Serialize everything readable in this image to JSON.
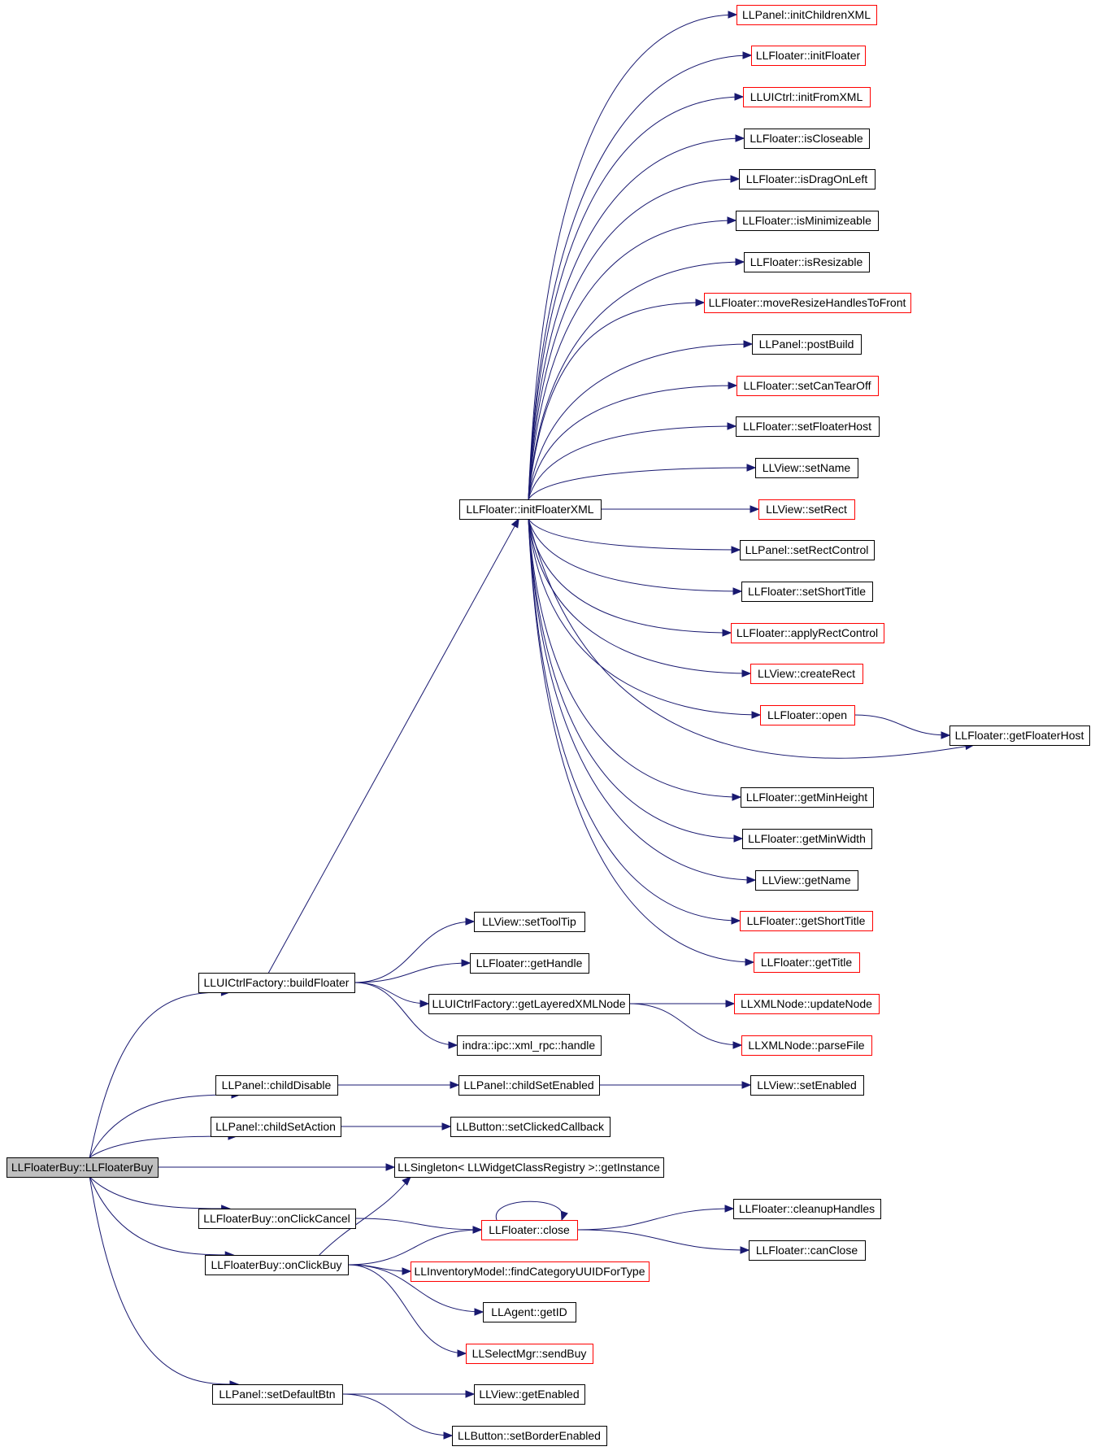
{
  "colors": {
    "edge": "#191970",
    "border_normal": "#000000",
    "border_truncated": "#ff0000",
    "root_fill": "#bfbfbf",
    "node_fill": "#ffffff"
  },
  "nodes": [
    {
      "id": "root",
      "label": "LLFloaterBuy::LLFloaterBuy",
      "kind": "root"
    },
    {
      "id": "buildFloater",
      "label": "LLUICtrlFactory::buildFloater",
      "kind": "normal"
    },
    {
      "id": "childDisable",
      "label": "LLPanel::childDisable",
      "kind": "normal"
    },
    {
      "id": "childSetAction",
      "label": "LLPanel::childSetAction",
      "kind": "normal"
    },
    {
      "id": "getInstance",
      "label": "LLSingleton< LLWidgetClassRegistry >::getInstance",
      "kind": "normal"
    },
    {
      "id": "onClickCancel",
      "label": "LLFloaterBuy::onClickCancel",
      "kind": "normal"
    },
    {
      "id": "onClickBuy",
      "label": "LLFloaterBuy::onClickBuy",
      "kind": "normal"
    },
    {
      "id": "setDefaultBtn",
      "label": "LLPanel::setDefaultBtn",
      "kind": "normal"
    },
    {
      "id": "initFloaterXML",
      "label": "LLFloater::initFloaterXML",
      "kind": "normal"
    },
    {
      "id": "setToolTip",
      "label": "LLView::setToolTip",
      "kind": "normal"
    },
    {
      "id": "getHandle",
      "label": "LLFloater::getHandle",
      "kind": "normal"
    },
    {
      "id": "getLayeredXMLNode",
      "label": "LLUICtrlFactory::getLayeredXMLNode",
      "kind": "normal"
    },
    {
      "id": "xmlRpcHandle",
      "label": "indra::ipc::xml_rpc::handle",
      "kind": "normal"
    },
    {
      "id": "childSetEnabled",
      "label": "LLPanel::childSetEnabled",
      "kind": "normal"
    },
    {
      "id": "setClickedCallback",
      "label": "LLButton::setClickedCallback",
      "kind": "normal"
    },
    {
      "id": "close",
      "label": "LLFloater::close",
      "kind": "truncated"
    },
    {
      "id": "findCategory",
      "label": "LLInventoryModel::findCategoryUUIDForType",
      "kind": "truncated"
    },
    {
      "id": "getID",
      "label": "LLAgent::getID",
      "kind": "normal"
    },
    {
      "id": "sendBuy",
      "label": "LLSelectMgr::sendBuy",
      "kind": "truncated"
    },
    {
      "id": "getEnabled",
      "label": "LLView::getEnabled",
      "kind": "normal"
    },
    {
      "id": "setBorderEnabled",
      "label": "LLButton::setBorderEnabled",
      "kind": "normal"
    },
    {
      "id": "initChildrenXML",
      "label": "LLPanel::initChildrenXML",
      "kind": "truncated"
    },
    {
      "id": "initFloater",
      "label": "LLFloater::initFloater",
      "kind": "truncated"
    },
    {
      "id": "initFromXML",
      "label": "LLUICtrl::initFromXML",
      "kind": "truncated"
    },
    {
      "id": "isCloseable",
      "label": "LLFloater::isCloseable",
      "kind": "normal"
    },
    {
      "id": "isDragOnLeft",
      "label": "LLFloater::isDragOnLeft",
      "kind": "normal"
    },
    {
      "id": "isMinimizeable",
      "label": "LLFloater::isMinimizeable",
      "kind": "normal"
    },
    {
      "id": "isResizable",
      "label": "LLFloater::isResizable",
      "kind": "normal"
    },
    {
      "id": "moveResize",
      "label": "LLFloater::moveResizeHandlesToFront",
      "kind": "truncated"
    },
    {
      "id": "postBuild",
      "label": "LLPanel::postBuild",
      "kind": "normal"
    },
    {
      "id": "setCanTearOff",
      "label": "LLFloater::setCanTearOff",
      "kind": "truncated"
    },
    {
      "id": "setFloaterHost",
      "label": "LLFloater::setFloaterHost",
      "kind": "normal"
    },
    {
      "id": "setName",
      "label": "LLView::setName",
      "kind": "normal"
    },
    {
      "id": "setRect",
      "label": "LLView::setRect",
      "kind": "truncated"
    },
    {
      "id": "setRectControl",
      "label": "LLPanel::setRectControl",
      "kind": "normal"
    },
    {
      "id": "setShortTitle",
      "label": "LLFloater::setShortTitle",
      "kind": "normal"
    },
    {
      "id": "applyRectControl",
      "label": "LLFloater::applyRectControl",
      "kind": "truncated"
    },
    {
      "id": "createRect",
      "label": "LLView::createRect",
      "kind": "truncated"
    },
    {
      "id": "open",
      "label": "LLFloater::open",
      "kind": "truncated"
    },
    {
      "id": "getFloaterHost",
      "label": "LLFloater::getFloaterHost",
      "kind": "normal"
    },
    {
      "id": "getMinHeight",
      "label": "LLFloater::getMinHeight",
      "kind": "normal"
    },
    {
      "id": "getMinWidth",
      "label": "LLFloater::getMinWidth",
      "kind": "normal"
    },
    {
      "id": "getName",
      "label": "LLView::getName",
      "kind": "normal"
    },
    {
      "id": "getShortTitle",
      "label": "LLFloater::getShortTitle",
      "kind": "truncated"
    },
    {
      "id": "getTitle",
      "label": "LLFloater::getTitle",
      "kind": "truncated"
    },
    {
      "id": "updateNode",
      "label": "LLXMLNode::updateNode",
      "kind": "truncated"
    },
    {
      "id": "parseFile",
      "label": "LLXMLNode::parseFile",
      "kind": "truncated"
    },
    {
      "id": "setEnabled",
      "label": "LLView::setEnabled",
      "kind": "normal"
    },
    {
      "id": "cleanupHandles",
      "label": "LLFloater::cleanupHandles",
      "kind": "normal"
    },
    {
      "id": "canClose",
      "label": "LLFloater::canClose",
      "kind": "normal"
    }
  ],
  "edges": [
    [
      "root",
      "buildFloater"
    ],
    [
      "root",
      "childDisable"
    ],
    [
      "root",
      "childSetAction"
    ],
    [
      "root",
      "getInstance"
    ],
    [
      "root",
      "onClickCancel"
    ],
    [
      "root",
      "onClickBuy"
    ],
    [
      "root",
      "setDefaultBtn"
    ],
    [
      "buildFloater",
      "initFloaterXML"
    ],
    [
      "buildFloater",
      "setToolTip"
    ],
    [
      "buildFloater",
      "getHandle"
    ],
    [
      "buildFloater",
      "getLayeredXMLNode"
    ],
    [
      "buildFloater",
      "xmlRpcHandle"
    ],
    [
      "initFloaterXML",
      "initChildrenXML"
    ],
    [
      "initFloaterXML",
      "initFloater"
    ],
    [
      "initFloaterXML",
      "initFromXML"
    ],
    [
      "initFloaterXML",
      "isCloseable"
    ],
    [
      "initFloaterXML",
      "isDragOnLeft"
    ],
    [
      "initFloaterXML",
      "isMinimizeable"
    ],
    [
      "initFloaterXML",
      "isResizable"
    ],
    [
      "initFloaterXML",
      "moveResize"
    ],
    [
      "initFloaterXML",
      "postBuild"
    ],
    [
      "initFloaterXML",
      "setCanTearOff"
    ],
    [
      "initFloaterXML",
      "setFloaterHost"
    ],
    [
      "initFloaterXML",
      "setName"
    ],
    [
      "initFloaterXML",
      "setRect"
    ],
    [
      "initFloaterXML",
      "setRectControl"
    ],
    [
      "initFloaterXML",
      "setShortTitle"
    ],
    [
      "initFloaterXML",
      "applyRectControl"
    ],
    [
      "initFloaterXML",
      "createRect"
    ],
    [
      "initFloaterXML",
      "open"
    ],
    [
      "initFloaterXML",
      "getFloaterHost"
    ],
    [
      "initFloaterXML",
      "getMinHeight"
    ],
    [
      "initFloaterXML",
      "getMinWidth"
    ],
    [
      "initFloaterXML",
      "getName"
    ],
    [
      "initFloaterXML",
      "getShortTitle"
    ],
    [
      "initFloaterXML",
      "getTitle"
    ],
    [
      "open",
      "getFloaterHost"
    ],
    [
      "getLayeredXMLNode",
      "updateNode"
    ],
    [
      "getLayeredXMLNode",
      "parseFile"
    ],
    [
      "childDisable",
      "childSetEnabled"
    ],
    [
      "childSetEnabled",
      "setEnabled"
    ],
    [
      "childSetAction",
      "setClickedCallback"
    ],
    [
      "onClickCancel",
      "close"
    ],
    [
      "onClickBuy",
      "getInstance"
    ],
    [
      "onClickBuy",
      "close"
    ],
    [
      "onClickBuy",
      "findCategory"
    ],
    [
      "onClickBuy",
      "getID"
    ],
    [
      "onClickBuy",
      "sendBuy"
    ],
    [
      "close",
      "close"
    ],
    [
      "close",
      "cleanupHandles"
    ],
    [
      "close",
      "canClose"
    ],
    [
      "setDefaultBtn",
      "getEnabled"
    ],
    [
      "setDefaultBtn",
      "setBorderEnabled"
    ]
  ]
}
